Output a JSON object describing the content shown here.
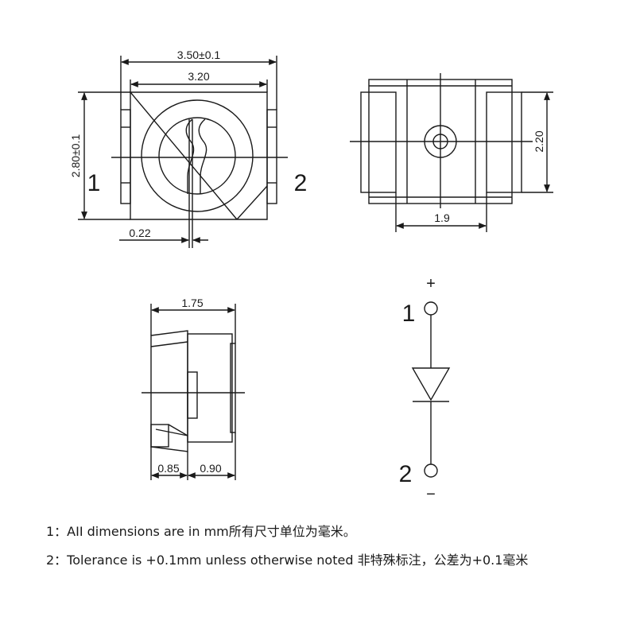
{
  "top_view": {
    "width_total": "3.50±0.1",
    "width_inner": "3.20",
    "height": "2.80±0.1",
    "gap": "0.22",
    "pin_left": "1",
    "pin_right": "2"
  },
  "bottom_view": {
    "height": "2.20",
    "pad_pitch": "1.9"
  },
  "side_view": {
    "width": "1.75",
    "left_part": "0.85",
    "right_part": "0.90"
  },
  "symbol": {
    "anode_pin": "1",
    "cathode_pin": "2",
    "plus": "+",
    "minus": "−"
  },
  "notes": [
    "1：AII dimensions are in mm所有尺寸单位为毫米。",
    "2：Tolerance is +0.1mm unless otherwise noted 非特殊标注，公差为+0.1毫米"
  ],
  "colors": {
    "line": "#1a1a1a",
    "background": "#ffffff"
  }
}
